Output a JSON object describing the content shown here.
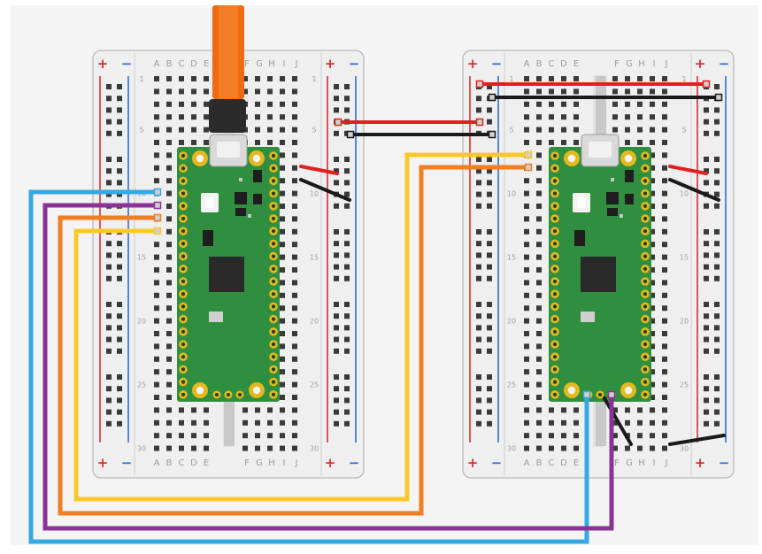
{
  "colors": {
    "background": "#f4f4f4",
    "board": "#efefef",
    "board_border": "#b9b9b9",
    "hole": "#3a3a3a",
    "pico_green": "#2f8f3f",
    "pin_gold": "#e4b81f",
    "rail_red": "#d62f2f",
    "rail_blue": "#2f6dd6",
    "wire_red": "#e02020",
    "wire_black": "#1a1a1a",
    "wire_blue": "#35a9e1",
    "wire_purple": "#8a3396",
    "wire_orange": "#f07e22",
    "wire_yellow": "#fbc82a",
    "usb_cable": "#ef6a10",
    "usb_plug": "#2b2b2b"
  },
  "breadboards": [
    {
      "name": "left",
      "rail_plus": "+",
      "rail_minus": "−",
      "columns_left": [
        "A",
        "B",
        "C",
        "D",
        "E"
      ],
      "columns_right": [
        "F",
        "G",
        "H",
        "I",
        "J"
      ],
      "row_numbers": [
        "1",
        "5",
        "10",
        "15",
        "20",
        "25",
        "30"
      ]
    },
    {
      "name": "right",
      "rail_plus": "+",
      "rail_minus": "−",
      "columns_left": [
        "A",
        "B",
        "C",
        "D",
        "E"
      ],
      "columns_right": [
        "F",
        "G",
        "H",
        "I",
        "J"
      ],
      "row_numbers": [
        "1",
        "5",
        "10",
        "15",
        "20",
        "25",
        "30"
      ]
    }
  ],
  "boards": [
    {
      "name": "pico-left",
      "usb_cable_connected": true
    },
    {
      "name": "pico-right",
      "usb_cable_connected": false
    }
  ],
  "wires": [
    {
      "name": "power-red-bridge",
      "color": "red"
    },
    {
      "name": "ground-black-bridge",
      "color": "black"
    },
    {
      "name": "signal-blue",
      "color": "blue"
    },
    {
      "name": "signal-purple",
      "color": "purple"
    },
    {
      "name": "signal-orange",
      "color": "orange"
    },
    {
      "name": "signal-yellow",
      "color": "yellow"
    }
  ]
}
